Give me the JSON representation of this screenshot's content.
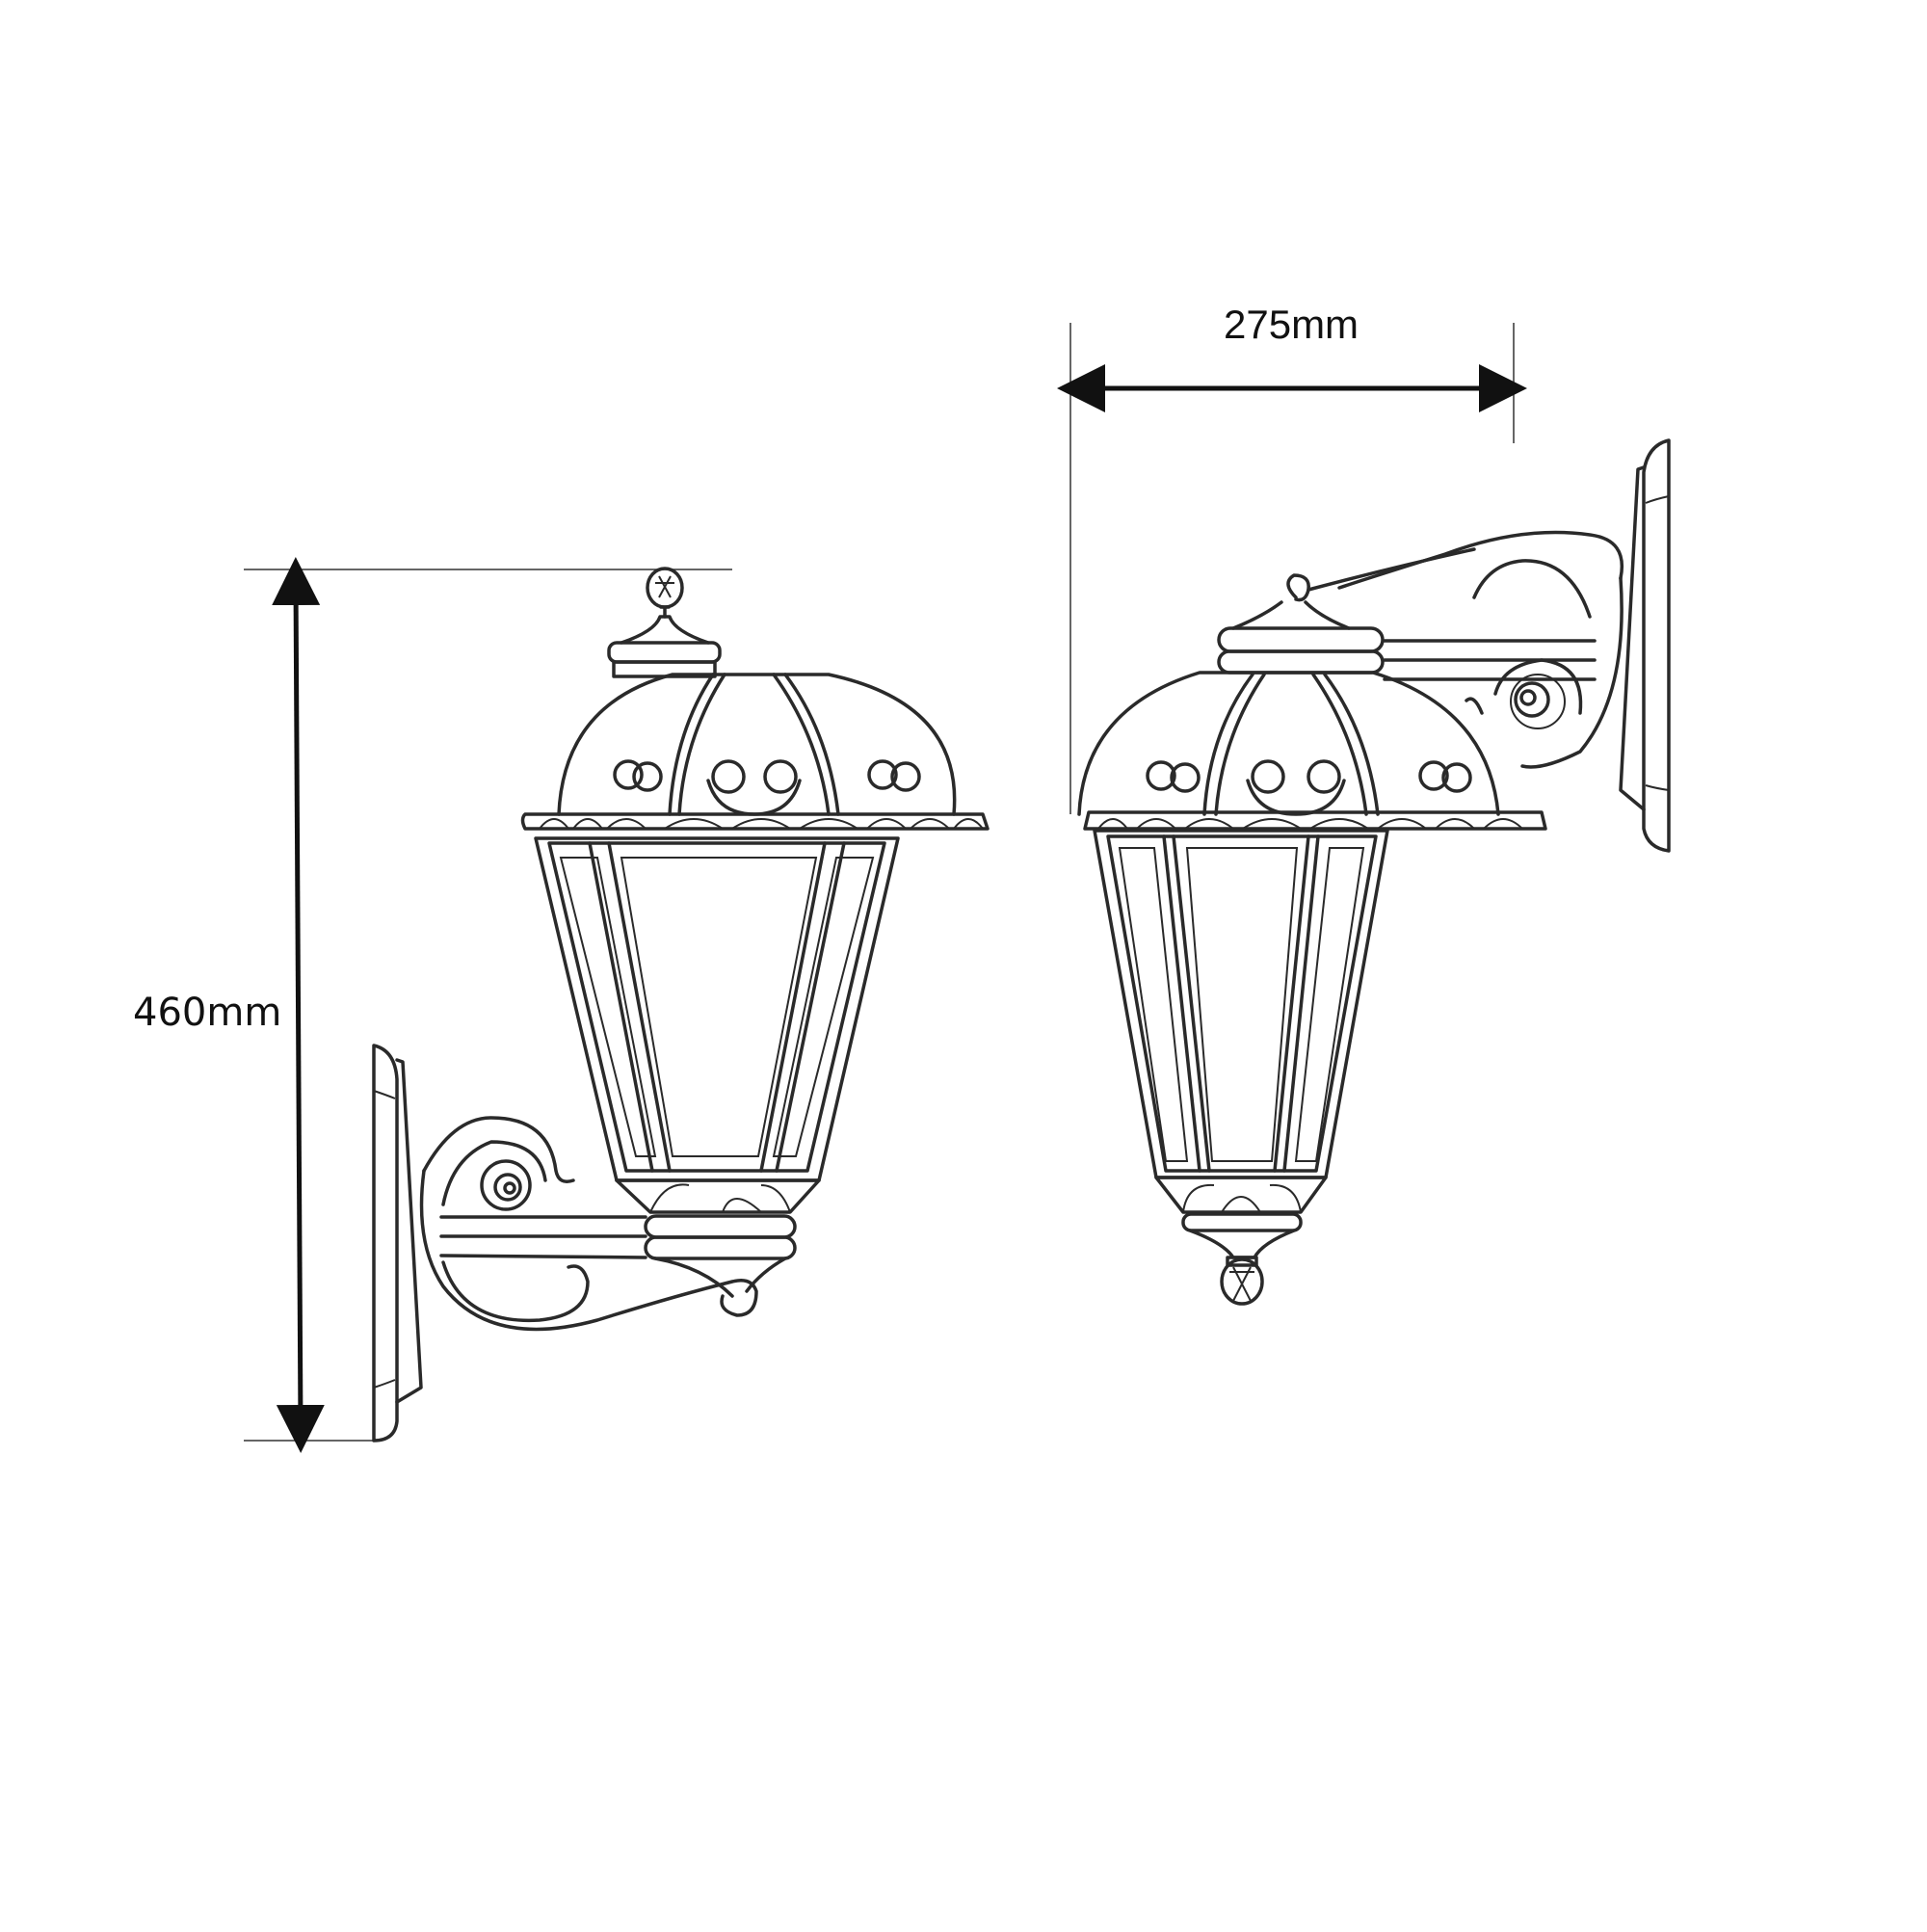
{
  "drawing": {
    "title": "Wall lantern dimension drawing",
    "views": [
      {
        "name": "upward-mounted lantern",
        "position": "left"
      },
      {
        "name": "downward-hanging lantern",
        "position": "right"
      }
    ]
  },
  "dimensions": {
    "height": {
      "label": "460mm",
      "orientation": "vertical"
    },
    "width": {
      "label": "275mm",
      "orientation": "horizontal"
    }
  },
  "colors": {
    "line": "#2a2a2a",
    "background": "#ffffff",
    "spiral_shade": "#cfd9de"
  }
}
